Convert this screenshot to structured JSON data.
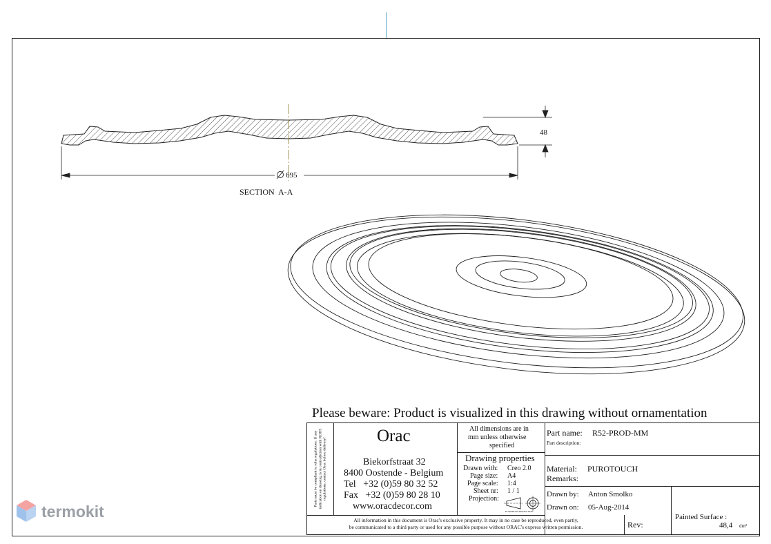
{
  "section": {
    "dimension_diameter": "695",
    "dimension_height": "48",
    "label": "SECTION  A-A"
  },
  "notice": "Please beware: Product is visualized in this drawing without ornamentation",
  "title_block": {
    "rohs_note": "Parts must be compliant to rohs regulations. If any indication on drawing is in contradiction with ROHS regulations, contact Orac before delivery!",
    "rohs_mark": "ROHS",
    "company": "Orac",
    "address_line1": "Biekorfstraat 32",
    "address_line2": "8400 Oostende - Belgium",
    "tel": "Tel   +32 (0)59 80 32 52",
    "fax": "Fax   +32 (0)59 80 28 10",
    "web": "www.oracdecor.com",
    "dimensions_note_1": "All dimensions are in",
    "dimensions_note_2": "mm unless otherwise",
    "dimensions_note_3": "specified",
    "drawing_properties_title": "Drawing properties",
    "drawn_with_label": "Drawn with:",
    "drawn_with_value": "Creo 2.0",
    "page_size_label": "Page size:",
    "page_size_value": "A4",
    "page_scale_label": "Page scale:",
    "page_scale_value": "1:4",
    "sheet_label": "Sheet nr:",
    "sheet_value": "1 / 1",
    "projection_label": "Projection:",
    "projection_caption": "EUROPEAN PROJECTION",
    "part_name_label": "Part name:",
    "part_name_value": "R52-PROD-MM",
    "part_description_label": "Part description:",
    "material_label": "Material:",
    "material_value": "PUROTOUCH",
    "remarks_label": "Remarks:",
    "drawn_by_label": "Drawn by:",
    "drawn_by_value": "Anton Smolko",
    "drawn_on_label": "Drawn on:",
    "drawn_on_value": "05-Aug-2014",
    "property_line1": "All information in this document is Orac's exclusive property.  It may in no case be reproduced, even partly,",
    "property_line2": "be communicated to a third party or used for any possible purpose without ORAC's express written permission.",
    "rev_label": "Rev:",
    "painted_surface_label": "Painted Surface :",
    "painted_surface_value": "48,4",
    "painted_surface_unit": "dm²"
  },
  "watermark": {
    "brand": "termokit",
    "colors": {
      "top": "#f08a8a",
      "bottom": "#8fb8e8",
      "text": "#9aa0a6"
    }
  }
}
